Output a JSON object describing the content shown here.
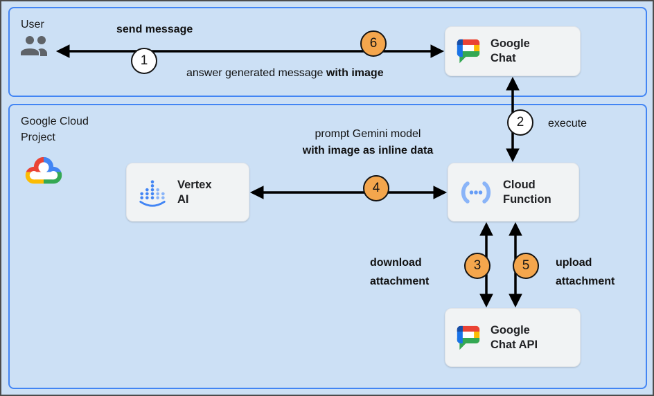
{
  "colors": {
    "background": "#cce0f5",
    "panel_border": "#4285f4",
    "node_bg": "#f1f3f4",
    "circle_orange": "#f4a64d",
    "circle_white": "#ffffff",
    "arrow": "#000000"
  },
  "panels": {
    "user": {
      "title": "User"
    },
    "cloud": {
      "title_line1": "Google Cloud",
      "title_line2": "Project"
    }
  },
  "nodes": {
    "google_chat": {
      "label_line1": "Google",
      "label_line2": "Chat"
    },
    "vertex_ai": {
      "label_line1": "Vertex",
      "label_line2": "AI"
    },
    "cloud_function": {
      "label_line1": "Cloud",
      "label_line2": "Function"
    },
    "google_chat_api": {
      "label_line1": "Google",
      "label_line2": "Chat API"
    }
  },
  "steps": {
    "s1": "1",
    "s2": "2",
    "s3": "3",
    "s4": "4",
    "s5": "5",
    "s6": "6"
  },
  "labels": {
    "send_message": "send message",
    "answer_normal": "answer generated message ",
    "answer_bold": "with image",
    "execute": "execute",
    "prompt_line1": "prompt Gemini model",
    "prompt_line2": "with image as inline data",
    "download_line1": "download",
    "download_line2": "attachment",
    "upload_line1": "upload",
    "upload_line2": "attachment"
  },
  "icons": {
    "user": "people-icon",
    "google_chat": "google-chat-logo",
    "google_cloud": "google-cloud-logo",
    "vertex_ai": "vertex-ai-icon",
    "cloud_function": "cloud-functions-icon"
  }
}
